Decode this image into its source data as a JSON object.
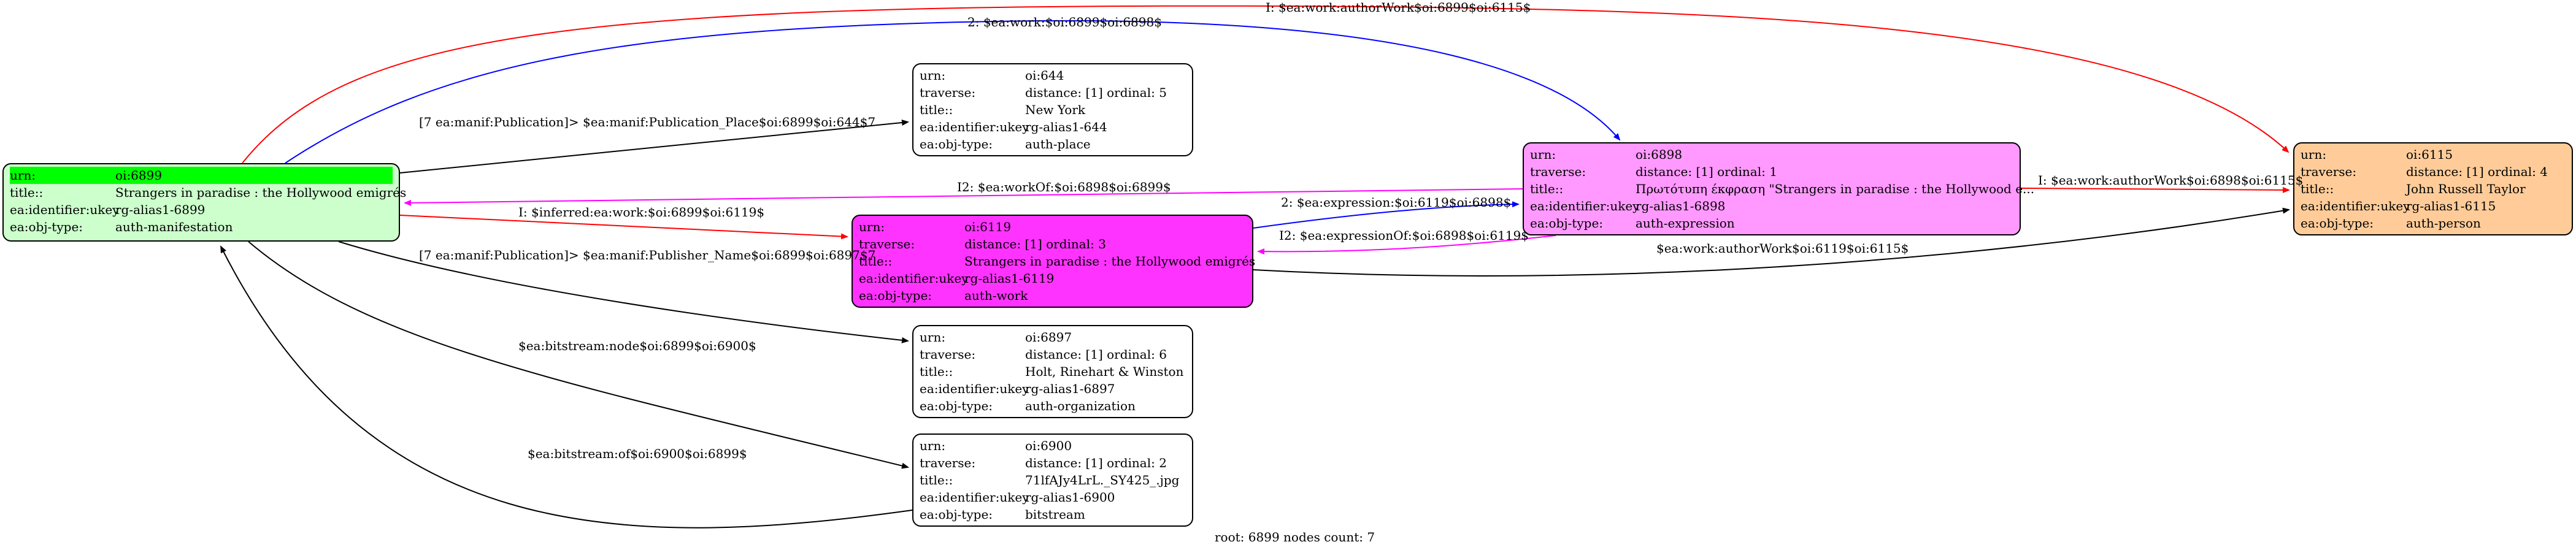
{
  "nodes": [
    {
      "id": "n6899",
      "fill": "#ccffcc",
      "rows": [
        {
          "k": "urn:",
          "v": "oi:6899",
          "hl": true
        },
        {
          "k": "title::",
          "v": "Strangers in paradise : the Hollywood emigrés"
        },
        {
          "k": "ea:identifier:ukey",
          "v": "rg-alias1-6899"
        },
        {
          "k": "ea:obj-type:",
          "v": "auth-manifestation"
        }
      ]
    },
    {
      "id": "n644",
      "fill": "#ffffff",
      "rows": [
        {
          "k": "urn:",
          "v": "oi:644"
        },
        {
          "k": "traverse:",
          "v": "distance: [1]     ordinal: 5"
        },
        {
          "k": "title::",
          "v": "New York"
        },
        {
          "k": "ea:identifier:ukey",
          "v": "rg-alias1-644"
        },
        {
          "k": "ea:obj-type:",
          "v": "auth-place"
        }
      ]
    },
    {
      "id": "n6119",
      "fill": "#ff33ff",
      "rows": [
        {
          "k": "urn:",
          "v": "oi:6119"
        },
        {
          "k": "traverse:",
          "v": "distance: [1]     ordinal: 3"
        },
        {
          "k": "title::",
          "v": "Strangers in paradise : the Hollywood emigrés"
        },
        {
          "k": "ea:identifier:ukey",
          "v": "rg-alias1-6119"
        },
        {
          "k": "ea:obj-type:",
          "v": "auth-work"
        }
      ]
    },
    {
      "id": "n6897",
      "fill": "#ffffff",
      "rows": [
        {
          "k": "urn:",
          "v": "oi:6897"
        },
        {
          "k": "traverse:",
          "v": "distance: [1]     ordinal: 6"
        },
        {
          "k": "title::",
          "v": "Holt, Rinehart & Winston"
        },
        {
          "k": "ea:identifier:ukey",
          "v": "rg-alias1-6897"
        },
        {
          "k": "ea:obj-type:",
          "v": "auth-organization"
        }
      ]
    },
    {
      "id": "n6900",
      "fill": "#ffffff",
      "rows": [
        {
          "k": "urn:",
          "v": "oi:6900"
        },
        {
          "k": "traverse:",
          "v": "distance: [1]     ordinal: 2"
        },
        {
          "k": "title::",
          "v": "71lfAJy4LrL._SY425_.jpg"
        },
        {
          "k": "ea:identifier:ukey",
          "v": "rg-alias1-6900"
        },
        {
          "k": "ea:obj-type:",
          "v": "bitstream"
        }
      ]
    },
    {
      "id": "n6898",
      "fill": "#ff99ff",
      "rows": [
        {
          "k": "urn:",
          "v": "oi:6898"
        },
        {
          "k": "traverse:",
          "v": "distance: [1]     ordinal: 1"
        },
        {
          "k": "title::",
          "v": "Πρωτότυπη έκφραση \"Strangers in paradise : the Hollywood e..."
        },
        {
          "k": "ea:identifier:ukey",
          "v": "rg-alias1-6898"
        },
        {
          "k": "ea:obj-type:",
          "v": "auth-expression"
        }
      ]
    },
    {
      "id": "n6115",
      "fill": "#ffcc99",
      "rows": [
        {
          "k": "urn:",
          "v": "oi:6115"
        },
        {
          "k": "traverse:",
          "v": "distance: [1]     ordinal: 4"
        },
        {
          "k": "title::",
          "v": "John Russell Taylor"
        },
        {
          "k": "ea:identifier:ukey",
          "v": "rg-alias1-6115"
        },
        {
          "k": "ea:obj-type:",
          "v": "auth-person"
        }
      ]
    }
  ],
  "edges": [
    {
      "id": "e1",
      "color": "#ff0000",
      "label": "I: $ea:work:authorWork$oi:6899$oi:6115$"
    },
    {
      "id": "e2",
      "color": "#0000ff",
      "label": "2: $ea:work:$oi:6899$oi:6898$"
    },
    {
      "id": "e3",
      "color": "#000000",
      "label": "[7 ea:manif:Publication]> $ea:manif:Publication_Place$oi:6899$oi:644$7"
    },
    {
      "id": "e4",
      "color": "#ff00ff",
      "label": "I2: $ea:workOf:$oi:6898$oi:6899$"
    },
    {
      "id": "e5",
      "color": "#ff0000",
      "label": "I: $inferred:ea:work:$oi:6899$oi:6119$"
    },
    {
      "id": "e6",
      "color": "#000000",
      "label": "[7 ea:manif:Publication]> $ea:manif:Publisher_Name$oi:6899$oi:6897$7"
    },
    {
      "id": "e7",
      "color": "#000000",
      "label": "$ea:bitstream:node$oi:6899$oi:6900$"
    },
    {
      "id": "e8",
      "color": "#000000",
      "label": "$ea:bitstream:of$oi:6900$oi:6899$"
    },
    {
      "id": "e9",
      "color": "#0000ff",
      "label": "2: $ea:expression:$oi:6119$oi:6898$"
    },
    {
      "id": "e10",
      "color": "#ff00ff",
      "label": "I2: $ea:expressionOf:$oi:6898$oi:6119$"
    },
    {
      "id": "e11",
      "color": "#000000",
      "label": "$ea:work:authorWork$oi:6119$oi:6115$"
    },
    {
      "id": "e12",
      "color": "#ff0000",
      "label": "I: $ea:work:authorWork$oi:6898$oi:6115$"
    }
  ],
  "footer": "root: 6899 nodes count: 7"
}
